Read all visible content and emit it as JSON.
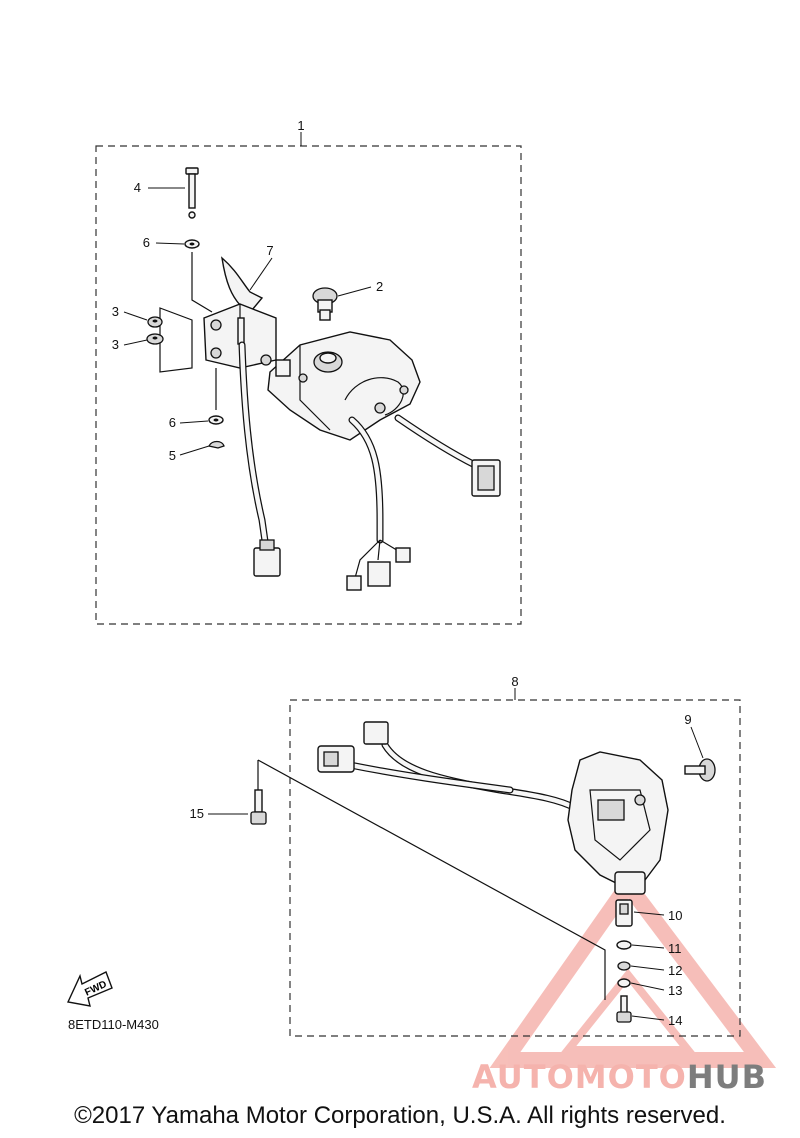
{
  "diagram": {
    "assembly_left_label": "1",
    "assembly_right_label": "8",
    "callouts": {
      "c2": "2",
      "c3a": "3",
      "c3b": "3",
      "c4": "4",
      "c5": "5",
      "c6a": "6",
      "c6b": "6",
      "c7": "7",
      "c9": "9",
      "c10": "10",
      "c11": "11",
      "c12": "12",
      "c13": "13",
      "c14": "14",
      "c15": "15"
    },
    "fwd_label": "FWD",
    "part_code": "8ETD110-M430"
  },
  "watermark": {
    "part1": "AUTOMOTO",
    "part2": "HUB"
  },
  "footer": {
    "copyright": "©2017 Yamaha Motor Corporation, U.S.A. All rights reserved."
  },
  "colors": {
    "watermark_red": "#f08a80",
    "watermark_gray": "#7d7d7d"
  }
}
